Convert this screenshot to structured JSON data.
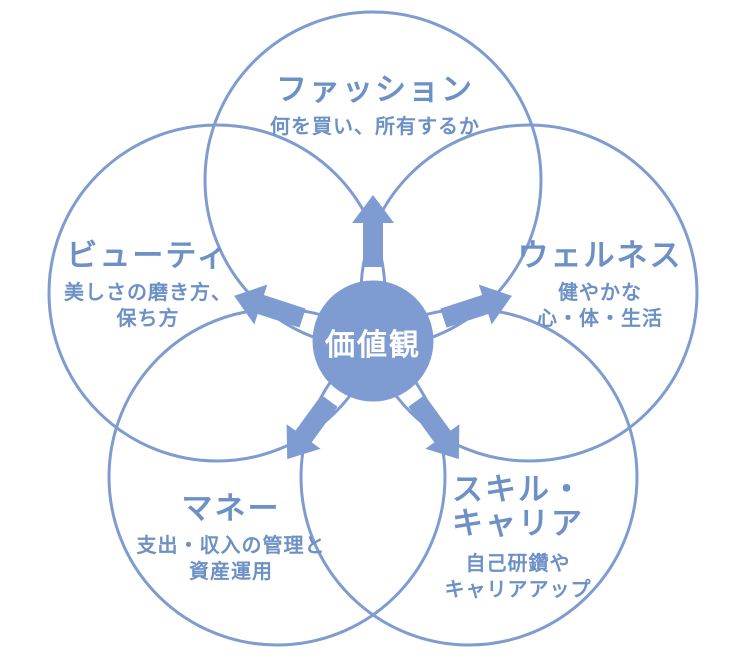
{
  "diagram": {
    "center_label": "価値観",
    "petals": {
      "fashion": {
        "label": "ファッション",
        "desc1": "何を買い、所有するか"
      },
      "wellness": {
        "label": "ウェルネス",
        "desc1": "健やかな",
        "desc2": "心・体・生活"
      },
      "skill_career": {
        "label1": "スキル・",
        "label2": "キャリア",
        "desc1": "自己研鑽や",
        "desc2": "キャリアアップ"
      },
      "money": {
        "label": "マネー",
        "desc1": "支出・収入の管理と",
        "desc2": "資産運用"
      },
      "beauty": {
        "label": "ビューティ",
        "desc1": "美しさの磨き方、",
        "desc2": "保ち方"
      }
    },
    "colors": {
      "accent_fill": "#7e9cd2",
      "outline": "#7f9ccf",
      "text": "#6d91c5",
      "center_text": "#ffffff",
      "background": "#ffffff"
    }
  }
}
